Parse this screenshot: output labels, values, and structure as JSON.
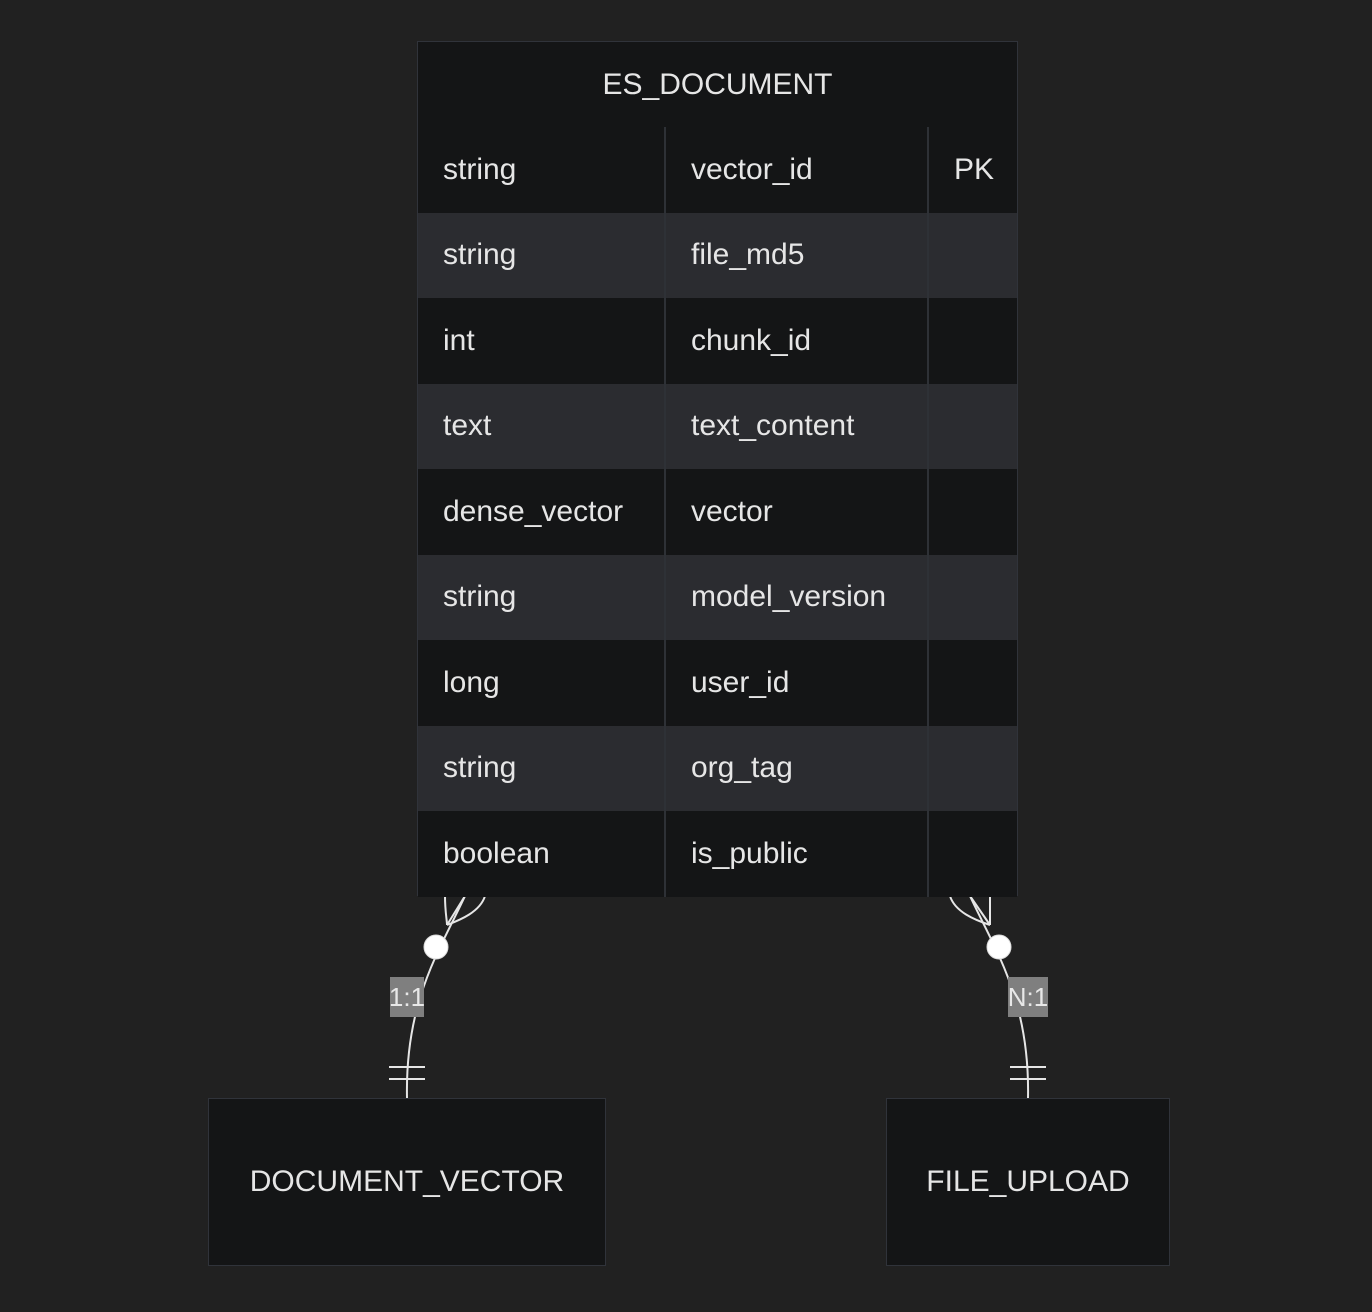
{
  "entities": {
    "es_document": {
      "title": "ES_DOCUMENT",
      "attributes": [
        {
          "type": "string",
          "name": "vector_id",
          "key": "PK"
        },
        {
          "type": "string",
          "name": "file_md5",
          "key": ""
        },
        {
          "type": "int",
          "name": "chunk_id",
          "key": ""
        },
        {
          "type": "text",
          "name": "text_content",
          "key": ""
        },
        {
          "type": "dense_vector",
          "name": "vector",
          "key": ""
        },
        {
          "type": "string",
          "name": "model_version",
          "key": ""
        },
        {
          "type": "long",
          "name": "user_id",
          "key": ""
        },
        {
          "type": "string",
          "name": "org_tag",
          "key": ""
        },
        {
          "type": "boolean",
          "name": "is_public",
          "key": ""
        }
      ]
    },
    "document_vector": {
      "title": "DOCUMENT_VECTOR"
    },
    "file_upload": {
      "title": "FILE_UPLOAD"
    }
  },
  "relationships": [
    {
      "from": "ES_DOCUMENT",
      "to": "DOCUMENT_VECTOR",
      "label": "1:1"
    },
    {
      "from": "ES_DOCUMENT",
      "to": "FILE_UPLOAD",
      "label": "N:1"
    }
  ]
}
